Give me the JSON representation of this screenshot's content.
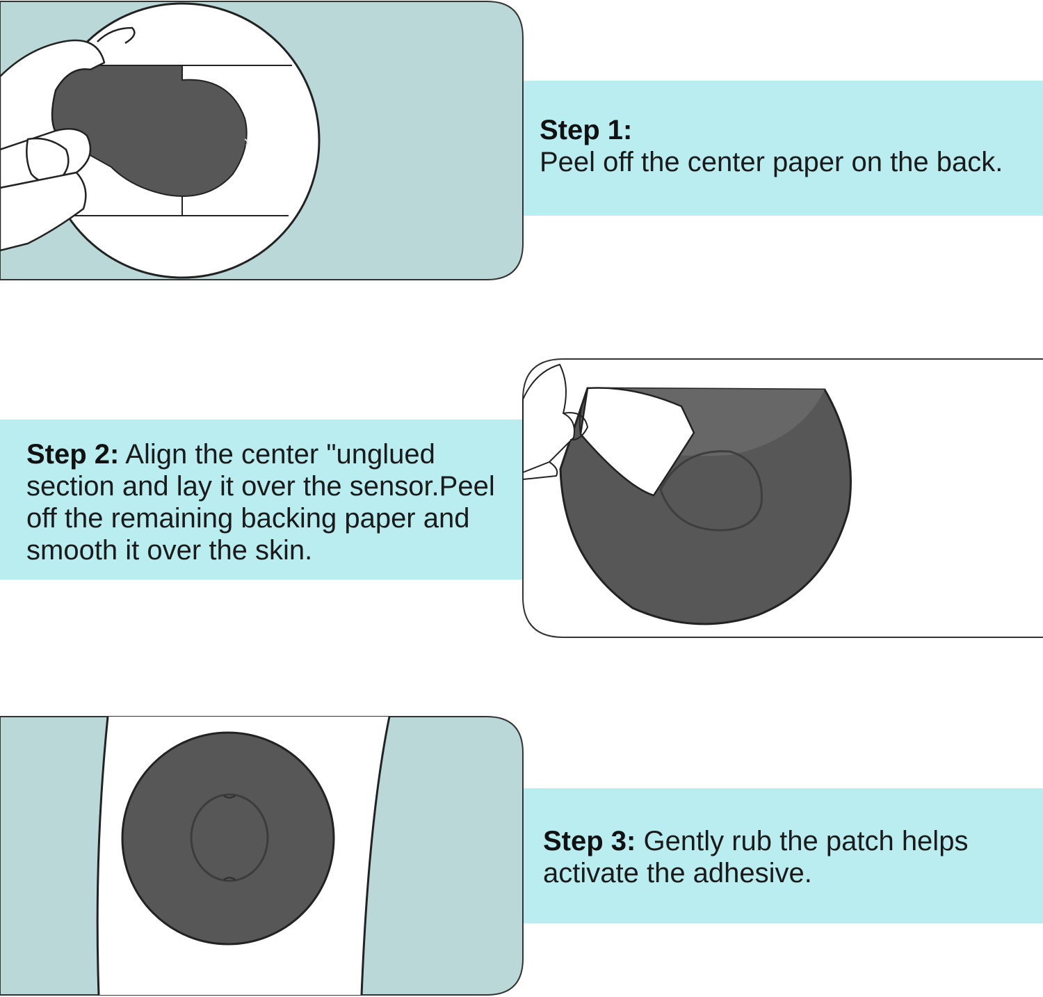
{
  "steps": [
    {
      "label": "Step 1:",
      "text": "Peel off the center paper on the back."
    },
    {
      "label": "Step 2:",
      "text": "Align the center \"unglued section and lay it over the sensor.Peel off the remaining backing paper and smooth it over the skin."
    },
    {
      "label": "Step 3:",
      "text": "Gently rub the patch helps activate the adhesive."
    }
  ],
  "colors": {
    "band": "#b9edf0",
    "panel": "#bad8d8",
    "patch": "#575757",
    "outline": "#222222"
  },
  "icons": [
    "hand-peeling-icon",
    "patch-icon",
    "sensor-icon"
  ]
}
